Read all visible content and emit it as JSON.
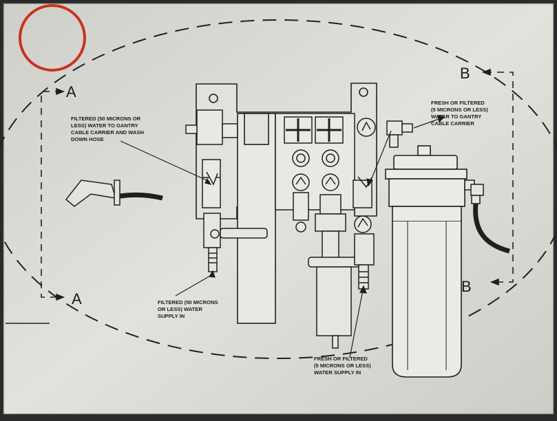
{
  "section_markers": {
    "a_top": "A",
    "a_bottom": "A",
    "b_top": "B",
    "b_bottom": "B"
  },
  "callouts": {
    "gantry_hose": [
      "FILTERED (50 MICRONS OR",
      "LESS) WATER TO GANTRY",
      "CABLE CARRIER AND WASH",
      "DOWN HOSE"
    ],
    "fresh_to_gantry": [
      "FRESH OR FILTERED",
      "(5 MICRONS OR LESS)",
      "WATER TO GANTRY",
      "CABLE CARRIER"
    ],
    "supply_50": [
      "FILTERED (50 MICRONS",
      "OR LESS) WATER",
      "SUPPLY IN"
    ],
    "supply_5": [
      "FRESH OR FILTERED",
      "(5 MICRONS OR LESS)",
      "WATER SUPPLY IN"
    ]
  },
  "colors": {
    "paper": "#dcdcd6",
    "ink": "#1f1f1f",
    "highlight_circle": "#c8321e"
  }
}
